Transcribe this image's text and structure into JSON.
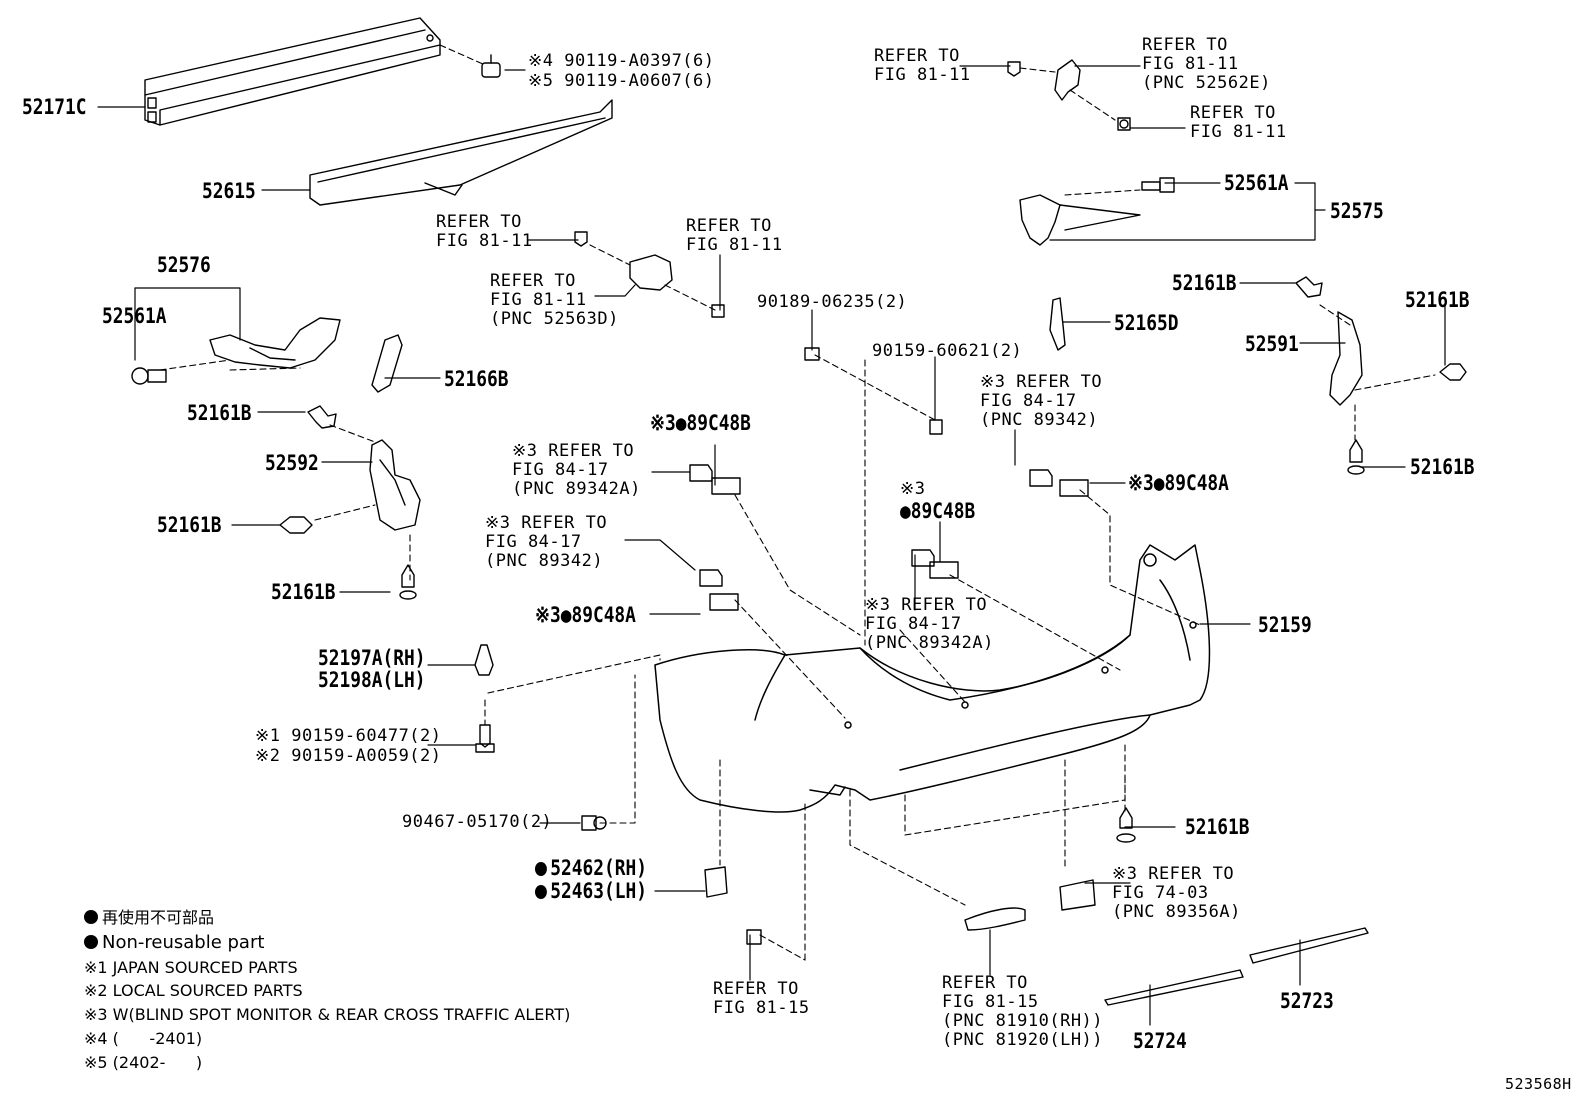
{
  "diagram_id": "523568H",
  "labels": {
    "p52171C": "52171C",
    "bolt_a": "※4 90119-A0397(6)",
    "bolt_b": "※5 90119-A0607(6)",
    "p52615": "52615",
    "p52576": "52576",
    "p52561A_l": "52561A",
    "p52166B": "52166B",
    "p52161B_1": "52161B",
    "p52592": "52592",
    "p52161B_2": "52161B",
    "p52161B_3": "52161B",
    "p52197A": "52197A(RH)",
    "p52198A": "52198A(LH)",
    "screw_a": "※1 90159-60477(2)",
    "screw_b": "※2 90159-A0059(2)",
    "clip_90467": "90467-05170(2)",
    "p52462": "52462(RH)",
    "p52463": "52463(LH)",
    "ref_top_left": "REFER TO\nFIG 81-11",
    "ref_top_right1": "REFER TO\nFIG 81-11\n(PNC 52562E)",
    "ref_top_right2": "REFER TO\nFIG 81-11",
    "p52561A_r": "52561A",
    "p52575": "52575",
    "ref_mid1": "REFER TO\nFIG 81-11",
    "ref_mid2": "REFER TO\nFIG 81-11",
    "ref_mid3": "REFER TO\nFIG 81-11\n(PNC 52563D)",
    "nut_90189": "90189-06235(2)",
    "p52165D": "52165D",
    "screw_90159": "90159-60621(2)",
    "p52161B_r1": "52161B",
    "p52161B_r2": "52161B",
    "p52591": "52591",
    "p52161B_r3": "52161B",
    "ref_sensor_r": "※3 REFER TO\nFIG 84-17\n(PNC 89342)",
    "p89C48A_r": "※3●89C48A",
    "p89C48B_top": "※3●89C48B",
    "ref_sensor_l1": "※3 REFER TO\nFIG 84-17\n(PNC 89342A)",
    "ref_sensor_l2": "※3 REFER TO\nFIG 84-17\n(PNC 89342)",
    "p89C48A_l": "※3●89C48A",
    "p89C48B_mid_a": "※3",
    "p89C48B_mid_b": "●89C48B",
    "ref_sensor_c": "※3 REFER TO\nFIG 84-17\n(PNC 89342A)",
    "p52159": "52159",
    "p52161B_low": "52161B",
    "ref_fig74": "※3 REFER TO\nFIG 74-03\n(PNC 89356A)",
    "ref_fig81_15_l": "REFER TO\nFIG 81-15",
    "ref_fig81_15_r": "REFER TO\nFIG 81-15\n(PNC 81910(RH))\n(PNC 81920(LH))",
    "p52723": "52723",
    "p52724": "52724"
  },
  "legend": {
    "l1": "再使用不可部品",
    "l2": "Non-reusable part",
    "l3": "※1 JAPAN SOURCED PARTS",
    "l4": "※2 LOCAL SOURCED PARTS",
    "l5": "※3 W(BLIND SPOT MONITOR & REAR CROSS TRAFFIC ALERT)",
    "l6": "※4 (      -2401)",
    "l7": "※5 (2402-      )"
  }
}
